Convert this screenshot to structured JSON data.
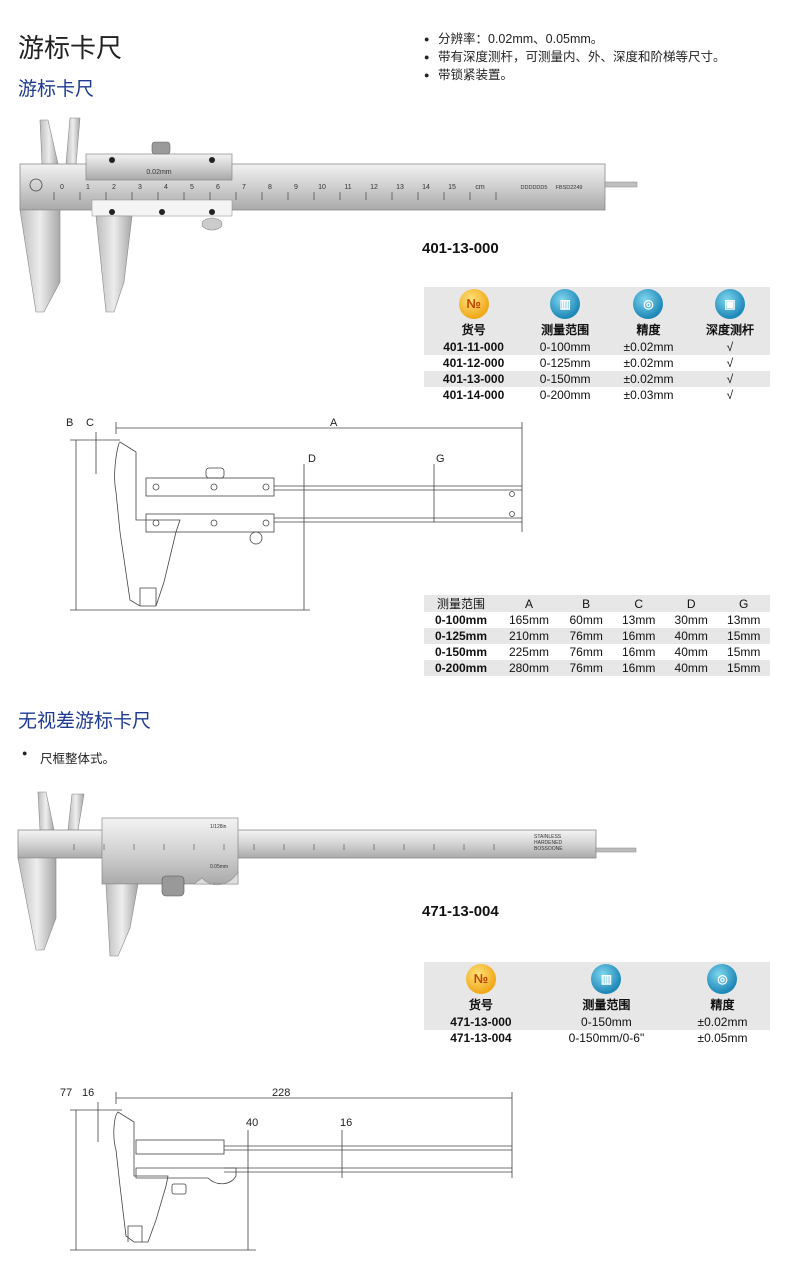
{
  "header": {
    "title": "游标卡尺",
    "subtitle": "游标卡尺",
    "features": [
      "分辨率：0.02mm、0.05mm。",
      "带有深度测杆，可测量内、外、深度和阶梯等尺寸。",
      "带锁紧装置。"
    ]
  },
  "caliper1": {
    "model": "401-13-000",
    "scale_labels": [
      "0",
      "1",
      "2",
      "3",
      "4",
      "5",
      "6",
      "7",
      "8",
      "9",
      "10",
      "11",
      "12",
      "13",
      "14",
      "15",
      "cm"
    ],
    "vernier_text": "0.02mm",
    "brand_text": "DDDDDD5",
    "code_text": "FBSD2249"
  },
  "spec_table1": {
    "headers": {
      "no": "货号",
      "range": "测量范围",
      "precision": "精度",
      "depth": "深度测杆"
    },
    "icon_no": "№",
    "rows": [
      {
        "no": "401-11-000",
        "range": "0-100mm",
        "precision": "±0.02mm",
        "depth": "√"
      },
      {
        "no": "401-12-000",
        "range": "0-125mm",
        "precision": "±0.02mm",
        "depth": "√"
      },
      {
        "no": "401-13-000",
        "range": "0-150mm",
        "precision": "±0.02mm",
        "depth": "√"
      },
      {
        "no": "401-14-000",
        "range": "0-200mm",
        "precision": "±0.03mm",
        "depth": "√"
      }
    ]
  },
  "diagram1": {
    "labels": {
      "a": "A",
      "b": "B",
      "c": "C",
      "d": "D",
      "g": "G"
    }
  },
  "dim_table": {
    "headers": [
      "测量范围",
      "A",
      "B",
      "C",
      "D",
      "G"
    ],
    "rows": [
      [
        "0-100mm",
        "165mm",
        "60mm",
        "13mm",
        "30mm",
        "13mm"
      ],
      [
        "0-125mm",
        "210mm",
        "76mm",
        "16mm",
        "40mm",
        "15mm"
      ],
      [
        "0-150mm",
        "225mm",
        "76mm",
        "16mm",
        "40mm",
        "15mm"
      ],
      [
        "0-200mm",
        "280mm",
        "76mm",
        "16mm",
        "40mm",
        "15mm"
      ]
    ]
  },
  "section2": {
    "title": "无视差游标卡尺",
    "features": [
      "尺框整体式。"
    ]
  },
  "caliper2": {
    "model": "471-13-004",
    "stamp": [
      "STAINLESS",
      "HARDENED",
      "BOSSOONE"
    ],
    "vernier_text": "0.05mm",
    "inch_text": "1/128in"
  },
  "spec_table2": {
    "headers": {
      "no": "货号",
      "range": "测量范围",
      "precision": "精度"
    },
    "icon_no": "№",
    "rows": [
      {
        "no": "471-13-000",
        "range": "0-150mm",
        "precision": "±0.02mm"
      },
      {
        "no": "471-13-004",
        "range": "0-150mm/0-6\"",
        "precision": "±0.05mm"
      }
    ]
  },
  "diagram2": {
    "labels": {
      "a": "77",
      "b": "16",
      "total": "228",
      "d": "40",
      "g": "16"
    }
  }
}
